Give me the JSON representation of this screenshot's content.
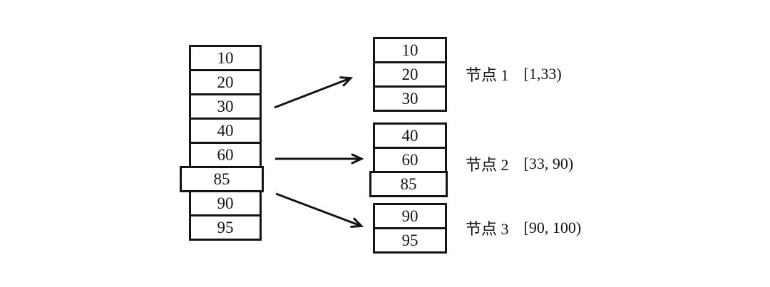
{
  "source_column": {
    "values": [
      "10",
      "20",
      "30",
      "40",
      "60",
      "85",
      "90",
      "95"
    ]
  },
  "nodes": [
    {
      "name": "节点 1",
      "range": "[1,33)",
      "values": [
        "10",
        "20",
        "30"
      ]
    },
    {
      "name": "节点 2",
      "range": "[33, 90)",
      "values": [
        "40",
        "60",
        "85"
      ]
    },
    {
      "name": "节点 3",
      "range": "[90, 100)",
      "values": [
        "90",
        "95"
      ]
    }
  ],
  "colors": {
    "stroke": "#141414",
    "background": "#ffffff"
  }
}
